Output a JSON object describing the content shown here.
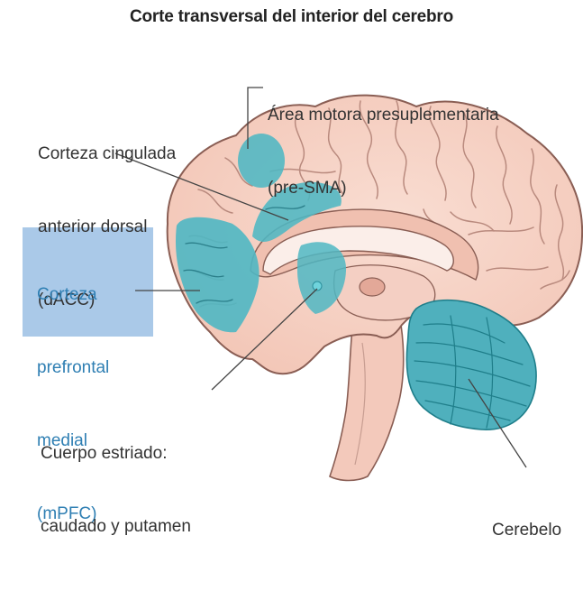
{
  "figure": {
    "title": "Corte transversal del interior del cerebro"
  },
  "labels": {
    "pre_sma": [
      "Área motora presuplementaria",
      "(pre-SMA)"
    ],
    "dacc": [
      "Corteza cingulada",
      "anterior dorsal",
      "(dACC)"
    ],
    "mpfc": [
      "Corteza",
      "prefrontal",
      "medial",
      "(mPFC)"
    ],
    "striatum": [
      "Cuerpo estriado:",
      "caudado y putamen"
    ],
    "cerebellum": [
      "Cerebelo"
    ]
  },
  "colors": {
    "highlight": "#4fb7c3",
    "mpfc_box": "#aac9e8",
    "brain_fill": "#f6d3c6",
    "brain_outline": "#8a5e54"
  }
}
